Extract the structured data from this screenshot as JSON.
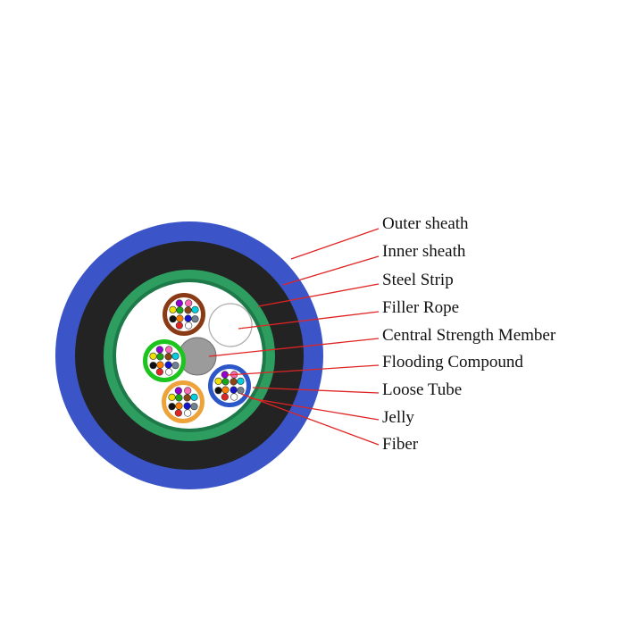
{
  "diagram": {
    "labels": [
      {
        "text": "Outer sheath"
      },
      {
        "text": "Inner sheath"
      },
      {
        "text": "Steel Strip"
      },
      {
        "text": "Filler Rope"
      },
      {
        "text": "Central Strength Member"
      },
      {
        "text": "Flooding Compound"
      },
      {
        "text": "Loose Tube"
      },
      {
        "text": "Jelly"
      },
      {
        "text": "Fiber"
      }
    ],
    "colors": {
      "outer_sheath": "#3b55c8",
      "inner_sheath": "#232323",
      "steel_strip": "#2e9e60",
      "steel_strip_dark": "#1f7a4a",
      "core_background": "#ffffff",
      "filler_rope": "#ffffff",
      "filler_rope_outline": "#a9a9a9",
      "central_strength_member": "#9b9b9b",
      "central_strength_member_outline": "#6f6f6f",
      "leader_line": "#e02424",
      "label_text": "#111111"
    },
    "loose_tubes": [
      {
        "name": "loose-tube-top",
        "ring_color": "#8a3a14"
      },
      {
        "name": "loose-tube-left",
        "ring_color": "#1ec41e"
      },
      {
        "name": "loose-tube-bottom",
        "ring_color": "#eda33a"
      },
      {
        "name": "loose-tube-right",
        "ring_color": "#2b57c8"
      }
    ],
    "fiber_colors": [
      "#1515d0",
      "#ff7f00",
      "#18a518",
      "#8b4513",
      "#708090",
      "#ffffff",
      "#e02424",
      "#111111",
      "#f0e000",
      "#9400d3",
      "#ff69b4",
      "#00cfe0"
    ]
  }
}
